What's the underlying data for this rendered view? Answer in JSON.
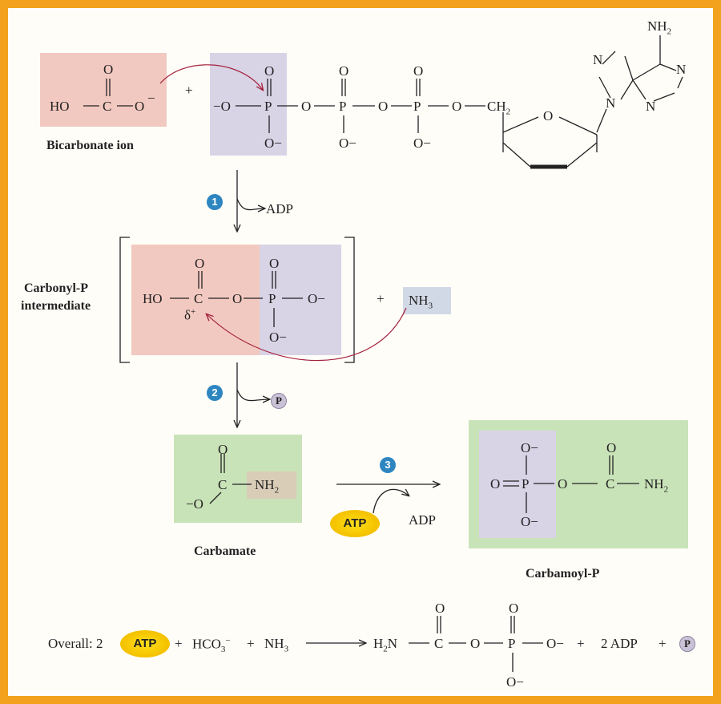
{
  "labels": {
    "bicarbonate": "Bicarbonate ion",
    "carbonyl_p_1": "Carbonyl-P",
    "carbonyl_p_2": "intermediate",
    "carbamate": "Carbamate",
    "carbamoyl_p": "Carbamoyl-P"
  },
  "steps": {
    "one": "1",
    "two": "2",
    "three": "3"
  },
  "byproducts": {
    "adp": "ADP",
    "pi": "P",
    "atp": "ATP"
  },
  "atoms": {
    "ho": "HO",
    "c": "C",
    "o": "O",
    "o_minus": "O",
    "p": "P",
    "ch2": "CH",
    "nh": "NH",
    "n": "N",
    "delta": "δ",
    "plus": "+",
    "h2n": "H",
    "hco": "HCO",
    "two": "2"
  },
  "overall": {
    "prefix": "Overall: 2",
    "atp": "ATP",
    "adp": "2 ADP"
  },
  "colors": {
    "border": "#F2A21C",
    "bicarbonate_box": "#F2C9C0",
    "phosphate_box": "#D9D3E6",
    "carbamate_box": "#C9E3B8",
    "arrow_red": "#A3203A",
    "step_badge": "#2E86C1",
    "atp_yellow": "#F5C400"
  }
}
